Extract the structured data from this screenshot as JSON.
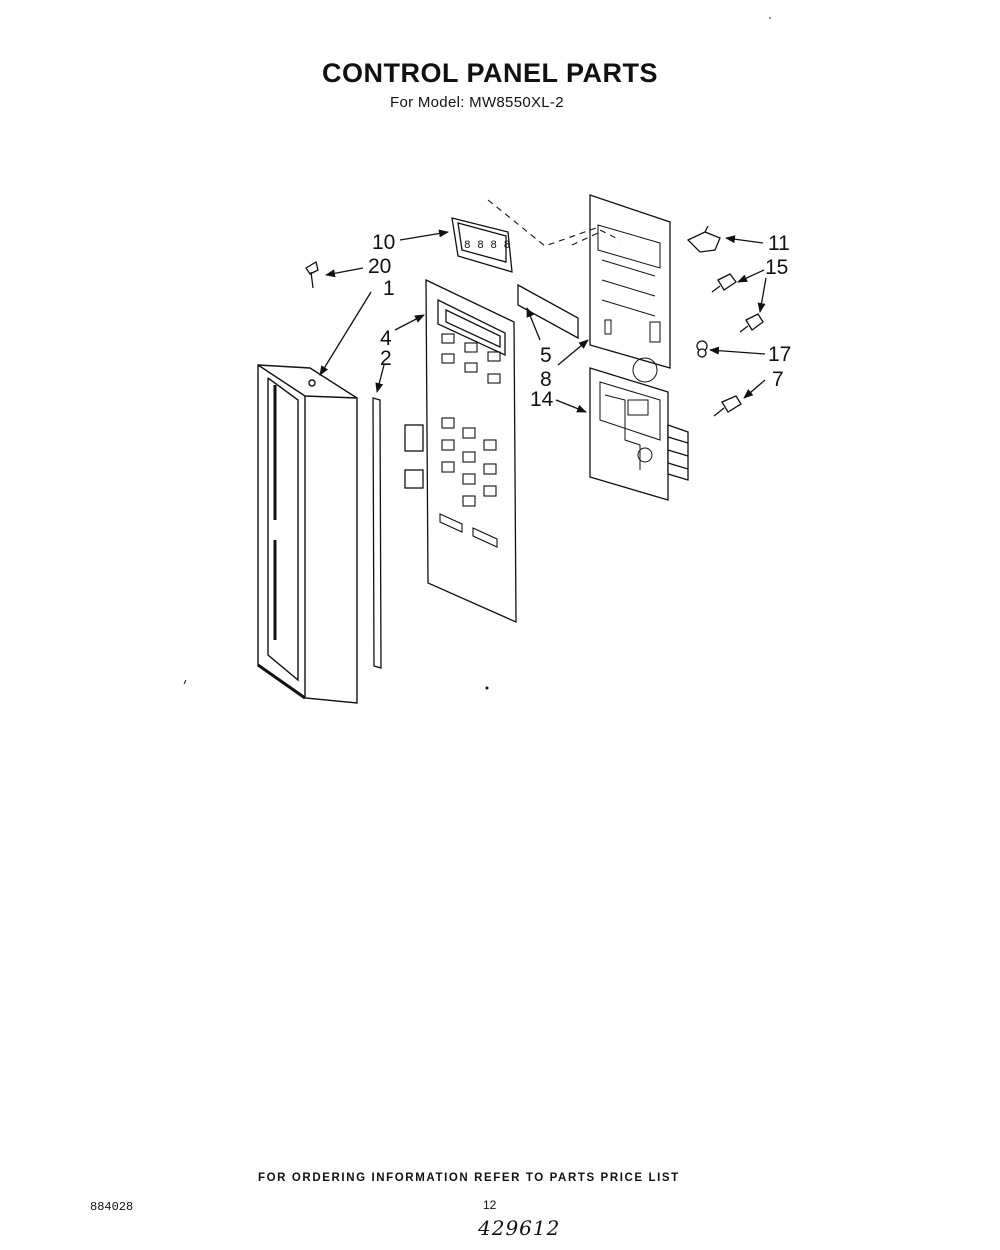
{
  "header": {
    "title": "CONTROL PANEL PARTS",
    "subtitle": "For Model: MW8550XL-2"
  },
  "callouts": [
    {
      "id": "1",
      "label": "1"
    },
    {
      "id": "2",
      "label": "2"
    },
    {
      "id": "4",
      "label": "4"
    },
    {
      "id": "5",
      "label": "5"
    },
    {
      "id": "7",
      "label": "7"
    },
    {
      "id": "8",
      "label": "8"
    },
    {
      "id": "10",
      "label": "10"
    },
    {
      "id": "11",
      "label": "11"
    },
    {
      "id": "14",
      "label": "14"
    },
    {
      "id": "15",
      "label": "15"
    },
    {
      "id": "17",
      "label": "17"
    },
    {
      "id": "20",
      "label": "20"
    }
  ],
  "footer": {
    "ordering_note": "FOR ORDERING INFORMATION REFER TO PARTS PRICE LIST",
    "doc_number": "884028",
    "page_number": "12",
    "handwritten_note": "429612"
  }
}
